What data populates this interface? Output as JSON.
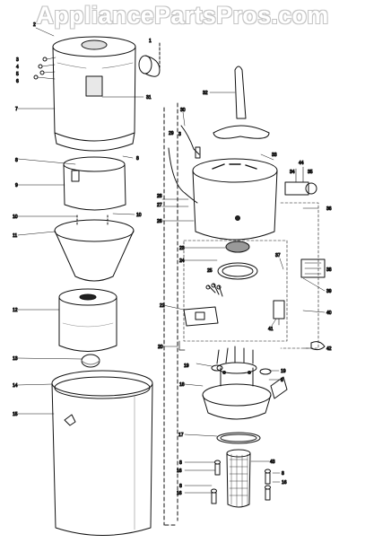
{
  "watermark": "AppliancePartsPros.com",
  "callouts": {
    "c1": "1",
    "c2": "2",
    "c3": "3",
    "c4": "4",
    "c5": "5",
    "c6": "6",
    "c7": "7",
    "c8": "8",
    "c9": "9",
    "c10": "10",
    "c11": "11",
    "c12": "12",
    "c13": "13",
    "c14": "14",
    "c15": "15",
    "c16": "16",
    "c17": "17",
    "c18": "18",
    "c19": "19",
    "c20": "20",
    "c21": "21",
    "c22": "22",
    "c23": "23",
    "c24": "24",
    "c25": "25",
    "c26": "26",
    "c27": "27",
    "c28": "28",
    "c29": "29",
    "c30": "30",
    "c31": "31",
    "c32": "32",
    "c33": "33",
    "c34": "34",
    "c35": "35",
    "c36": "36",
    "c37": "37",
    "c38": "38",
    "c39": "39",
    "c40": "40",
    "c41": "41",
    "c42": "42",
    "c43": "43",
    "c44": "44"
  }
}
